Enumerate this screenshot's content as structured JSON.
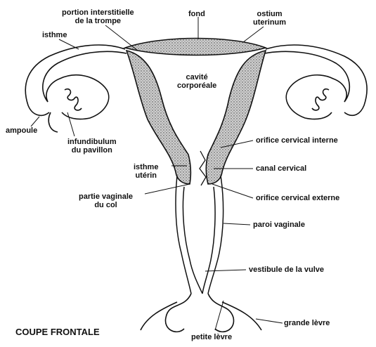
{
  "labels": {
    "portion_interstitielle": [
      "portion interstitielle",
      "de la trompe"
    ],
    "fond": "fond",
    "ostium": [
      "ostium",
      "uterinum"
    ],
    "isthme": "isthme",
    "cavite": [
      "cavité",
      "corporéale"
    ],
    "ampoule": "ampoule",
    "infundibulum": [
      "infundibulum",
      "du pavillon"
    ],
    "orifice_interne": "orifice cervical interne",
    "isthme_uterin": [
      "isthme",
      "utérin"
    ],
    "canal_cervical": "canal cervical",
    "partie_vaginale": [
      "partie vaginale",
      "du col"
    ],
    "orifice_externe": "orifice cervical externe",
    "paroi_vaginale": "paroi vaginale",
    "vestibule": "vestibule de la vulve",
    "grande_levre": "grande lèvre",
    "petite_levre": "petite lèvre"
  },
  "caption": "COUPE FRONTALE",
  "colors": {
    "ink": "#111111",
    "stipple": "#bfbfbf"
  }
}
